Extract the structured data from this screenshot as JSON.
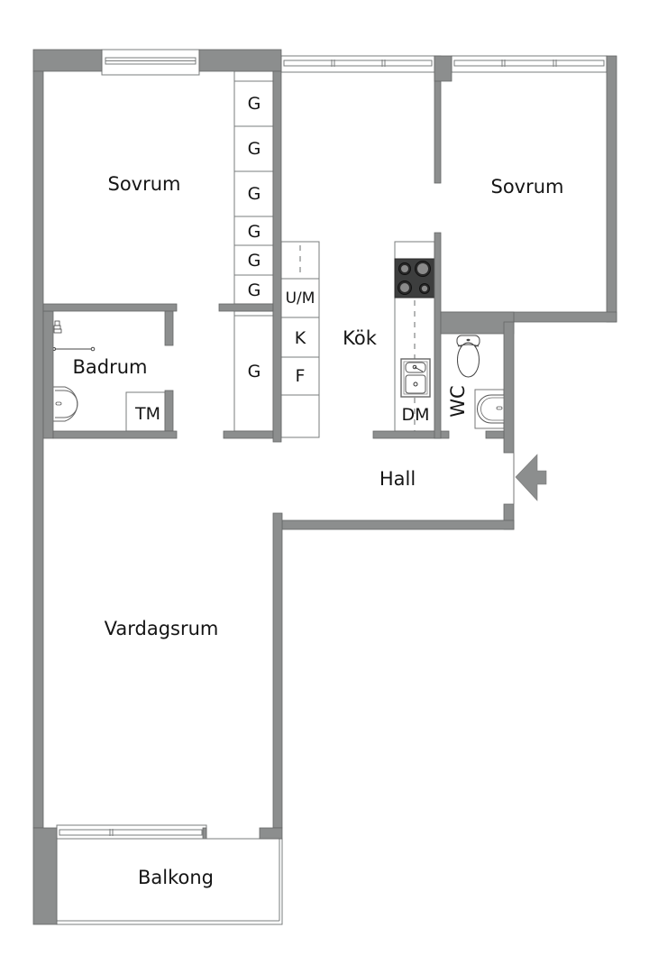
{
  "floorplan": {
    "rooms": {
      "bedroom_left": "Sovrum",
      "bedroom_right": "Sovrum",
      "bathroom": "Badrum",
      "kitchen": "Kök",
      "wc": "WC",
      "hall": "Hall",
      "living_room": "Vardagsrum",
      "balcony": "Balkong"
    },
    "fixtures": {
      "wardrobes_top": [
        "G",
        "G",
        "G",
        "G",
        "G",
        "G"
      ],
      "wardrobe_lower": "G",
      "kitchen_units": [
        "U/M",
        "K",
        "F"
      ],
      "washing_machine": "TM",
      "dishwasher": "DM"
    },
    "icons": [
      "stove-icon",
      "kitchen-sink-icon",
      "toilet-icon",
      "washbasin-icon",
      "shower-icon",
      "entrance-arrow-icon"
    ],
    "colors": {
      "wall": "#8c8e8e",
      "stove": "#3d3e3e",
      "arrow": "#8c8e8e",
      "text": "#151515"
    }
  }
}
